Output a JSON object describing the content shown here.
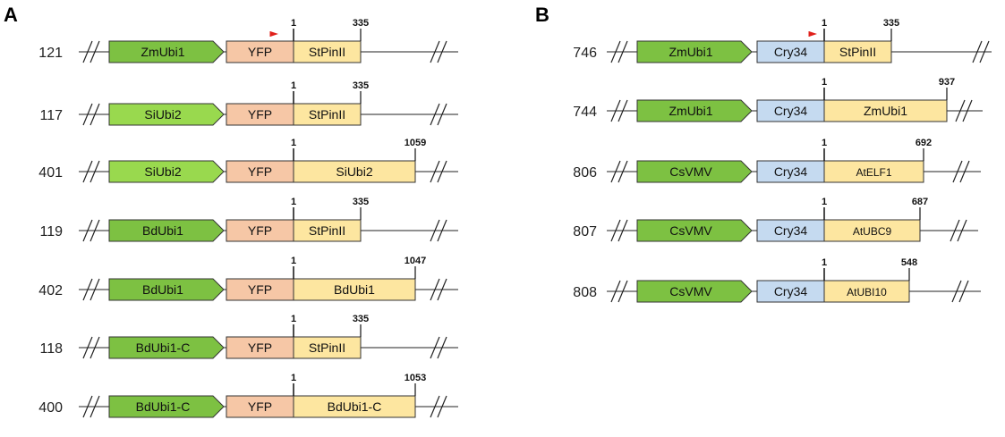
{
  "colors": {
    "promoter_dark": "#7dc142",
    "promoter_light": "#99d94e",
    "yfp": "#f6c7a6",
    "cry34": "#c5daf0",
    "terminator": "#fde6a0",
    "marker": "#e0201b",
    "stroke": "#333333"
  },
  "panels": [
    {
      "letter": "A",
      "rows": [
        {
          "id": "121",
          "promoter": "ZmUbi1",
          "promoter_shade": "dark",
          "cds": "YFP",
          "cds_type": "yfp",
          "terminator": "StPinII",
          "start": "1",
          "end": "335",
          "marker": true
        },
        {
          "id": "117",
          "promoter": "SiUbi2",
          "promoter_shade": "light",
          "cds": "YFP",
          "cds_type": "yfp",
          "terminator": "StPinII",
          "start": "1",
          "end": "335",
          "marker": false
        },
        {
          "id": "401",
          "promoter": "SiUbi2",
          "promoter_shade": "light",
          "cds": "YFP",
          "cds_type": "yfp",
          "terminator": "SiUbi2",
          "start": "1",
          "end": "1059",
          "marker": false
        },
        {
          "id": "119",
          "promoter": "BdUbi1",
          "promoter_shade": "dark",
          "cds": "YFP",
          "cds_type": "yfp",
          "terminator": "StPinII",
          "start": "1",
          "end": "335",
          "marker": false
        },
        {
          "id": "402",
          "promoter": "BdUbi1",
          "promoter_shade": "dark",
          "cds": "YFP",
          "cds_type": "yfp",
          "terminator": "BdUbi1",
          "start": "1",
          "end": "1047",
          "marker": false
        },
        {
          "id": "118",
          "promoter": "BdUbi1-C",
          "promoter_shade": "dark",
          "cds": "YFP",
          "cds_type": "yfp",
          "terminator": "StPinII",
          "start": "1",
          "end": "335",
          "marker": false
        },
        {
          "id": "400",
          "promoter": "BdUbi1-C",
          "promoter_shade": "dark",
          "cds": "YFP",
          "cds_type": "yfp",
          "terminator": "BdUbi1-C",
          "start": "1",
          "end": "1053",
          "marker": false
        }
      ]
    },
    {
      "letter": "B",
      "rows": [
        {
          "id": "746",
          "promoter": "ZmUbi1",
          "promoter_shade": "dark",
          "cds": "Cry34",
          "cds_type": "cry34",
          "terminator": "StPinII",
          "start": "1",
          "end": "335",
          "marker": true
        },
        {
          "id": "744",
          "promoter": "ZmUbi1",
          "promoter_shade": "dark",
          "cds": "Cry34",
          "cds_type": "cry34",
          "terminator": "ZmUbi1",
          "start": "1",
          "end": "937",
          "marker": false
        },
        {
          "id": "806",
          "promoter": "CsVMV",
          "promoter_shade": "dark",
          "cds": "Cry34",
          "cds_type": "cry34",
          "terminator": "AtELF1",
          "start": "1",
          "end": "692",
          "marker": false
        },
        {
          "id": "807",
          "promoter": "CsVMV",
          "promoter_shade": "dark",
          "cds": "Cry34",
          "cds_type": "cry34",
          "terminator": "AtUBC9",
          "start": "1",
          "end": "687",
          "marker": false
        },
        {
          "id": "808",
          "promoter": "CsVMV",
          "promoter_shade": "dark",
          "cds": "Cry34",
          "cds_type": "cry34",
          "terminator": "AtUBI10",
          "start": "1",
          "end": "548",
          "marker": false
        }
      ]
    }
  ]
}
